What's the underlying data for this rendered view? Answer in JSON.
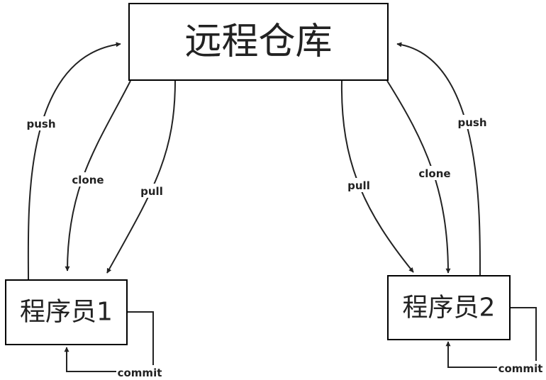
{
  "diagram": {
    "nodes": {
      "remote": "远程仓库",
      "dev1": "程序员1",
      "dev2": "程序员2"
    },
    "edges": {
      "dev1_push": "push",
      "dev1_clone": "clone",
      "dev1_pull": "pull",
      "dev1_commit": "commit",
      "dev2_push": "push",
      "dev2_clone": "clone",
      "dev2_pull": "pull",
      "dev2_commit": "commit"
    },
    "colors": {
      "stroke": "#222222",
      "background": "#ffffff"
    }
  }
}
